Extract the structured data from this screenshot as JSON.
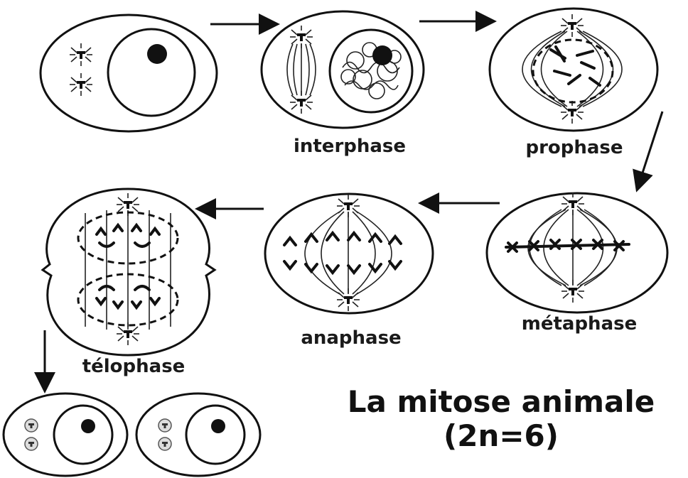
{
  "title": {
    "line1": "La mitose animale",
    "line2": "(2n=6)"
  },
  "stages": {
    "interphase": "interphase",
    "prophase": "prophase",
    "metaphase": "métaphase",
    "anaphase": "anaphase",
    "telophase": "télophase"
  }
}
